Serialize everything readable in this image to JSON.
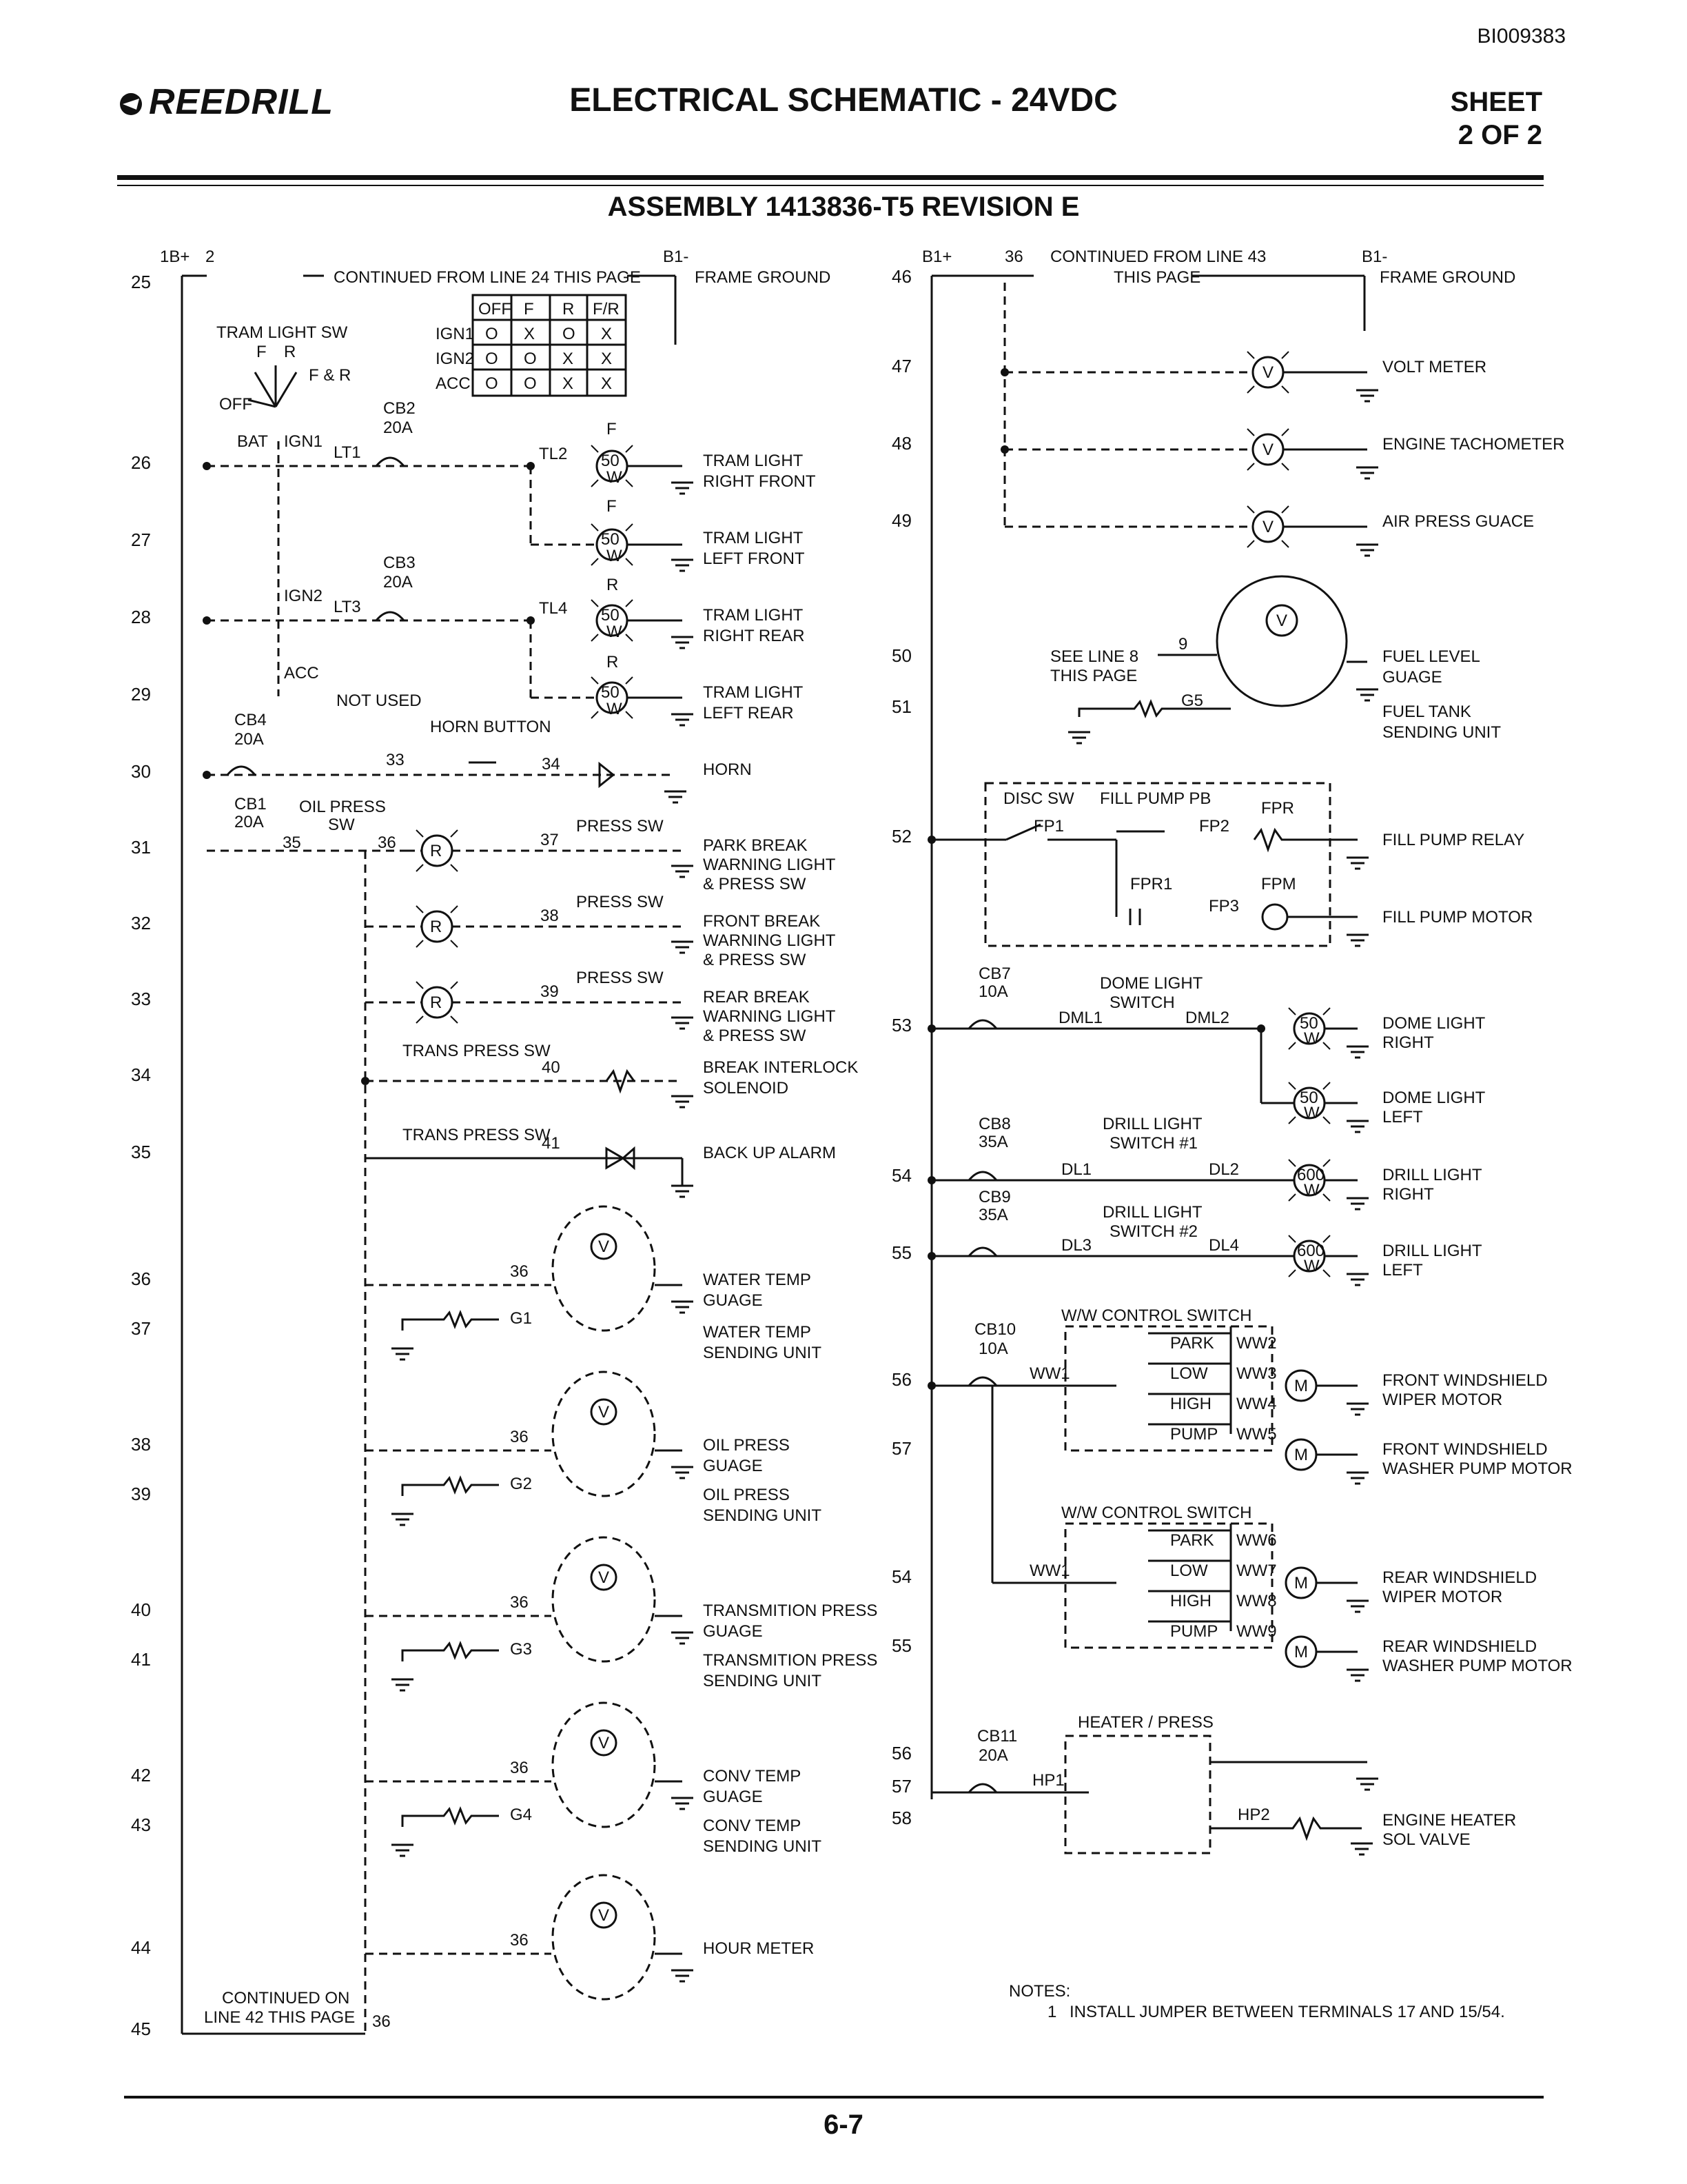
{
  "header": {
    "doc_id": "BI009383",
    "logo": "REEDRILL",
    "title": "ELECTRICAL SCHEMATIC - 24VDC",
    "sheet_line1": "SHEET",
    "sheet_line2": "2 OF 2",
    "assembly": "ASSEMBLY 1413836-T5 REVISION E"
  },
  "footer": {
    "page_number": "6-7"
  },
  "left": {
    "bus_top_left": "1B+",
    "bus_top_wire": "2",
    "bus_top_right": "B1-",
    "continued_from": "CONTINUED FROM LINE 24 THIS PAGE",
    "frame_ground": "FRAME GROUND",
    "tram_light_sw": "TRAM LIGHT SW",
    "sw_f": "F",
    "sw_r": "R",
    "sw_fr": "F & R",
    "sw_off": "OFF",
    "switch_table": {
      "header": [
        "",
        "OFF",
        "F",
        "R",
        "F/R"
      ],
      "rows": [
        [
          "IGN1",
          "O",
          "X",
          "O",
          "X"
        ],
        [
          "IGN2",
          "O",
          "O",
          "X",
          "X"
        ],
        [
          "ACC",
          "O",
          "O",
          "X",
          "X"
        ]
      ]
    },
    "line_numbers": [
      "25",
      "26",
      "27",
      "28",
      "29",
      "30",
      "31",
      "32",
      "33",
      "34",
      "35",
      "36",
      "37",
      "38",
      "39",
      "40",
      "41",
      "42",
      "43",
      "44",
      "45"
    ],
    "bat": "BAT",
    "ign1": "IGN1",
    "ign2": "IGN2",
    "acc": "ACC",
    "lt1": "LT1",
    "lt3": "LT3",
    "cb2": "CB2",
    "cb2_rating": "20A",
    "cb3": "CB3",
    "cb3_rating": "20A",
    "cb4": "CB4",
    "cb4_rating": "20A",
    "cb1": "CB1",
    "cb1_rating": "20A",
    "tl2": "TL2",
    "tl4": "TL4",
    "not_used": "NOT USED",
    "horn_button": "HORN BUTTON",
    "lamp_50": "50",
    "lamp_w": "W",
    "tram_labels": [
      {
        "l1": "TRAM LIGHT",
        "l2": "RIGHT FRONT",
        "tag": "F"
      },
      {
        "l1": "TRAM LIGHT",
        "l2": "LEFT FRONT",
        "tag": "F"
      },
      {
        "l1": "TRAM LIGHT",
        "l2": "RIGHT REAR",
        "tag": "R"
      },
      {
        "l1": "TRAM LIGHT",
        "l2": "LEFT REAR",
        "tag": "R"
      }
    ],
    "w33": "33",
    "w34": "34",
    "horn": "HORN",
    "oil_press_sw1": "OIL PRESS",
    "oil_press_sw2": "SW",
    "w35": "35",
    "w36": "36",
    "w37": "37",
    "w38": "38",
    "w39": "39",
    "w40": "40",
    "w41": "41",
    "press_sw": "PRESS SW",
    "r_lamp": "R",
    "brake_labels": [
      {
        "l1": "PARK BREAK",
        "l2": "WARNING LIGHT",
        "l3": "& PRESS SW"
      },
      {
        "l1": "FRONT BREAK",
        "l2": "WARNING LIGHT",
        "l3": "& PRESS SW"
      },
      {
        "l1": "REAR BREAK",
        "l2": "WARNING LIGHT",
        "l3": "& PRESS SW"
      }
    ],
    "trans_press_sw": "TRANS PRESS SW",
    "break_interlock1": "BREAK INTERLOCK",
    "break_interlock2": "SOLENOID",
    "back_up_alarm": "BACK UP ALARM",
    "gauges": [
      {
        "wire": "36",
        "gauge1": "WATER TEMP",
        "gauge2": "GUAGE",
        "g": "G1",
        "send1": "WATER TEMP",
        "send2": "SENDING UNIT"
      },
      {
        "wire": "36",
        "gauge1": "OIL PRESS",
        "gauge2": "GUAGE",
        "g": "G2",
        "send1": "OIL PRESS",
        "send2": "SENDING UNIT"
      },
      {
        "wire": "36",
        "gauge1": "TRANSMITION PRESS",
        "gauge2": "GUAGE",
        "g": "G3",
        "send1": "TRANSMITION PRESS",
        "send2": "SENDING UNIT"
      },
      {
        "wire": "36",
        "gauge1": "CONV TEMP",
        "gauge2": "GUAGE",
        "g": "G4",
        "send1": "CONV TEMP",
        "send2": "SENDING UNIT"
      }
    ],
    "hour_meter_wire": "36",
    "hour_meter": "HOUR METER",
    "continued_on1": "CONTINUED ON",
    "continued_on2": "LINE 42 THIS PAGE",
    "end_wire": "36"
  },
  "right": {
    "bus_top_left": "B1+",
    "bus_top_wire": "36",
    "continued_from1": "CONTINUED FROM LINE 43",
    "continued_from2": "THIS PAGE",
    "bus_top_right": "B1-",
    "frame_ground": "FRAME GROUND",
    "line_numbers": [
      "46",
      "47",
      "48",
      "49",
      "50",
      "51",
      "52",
      "53",
      "54",
      "55",
      "56",
      "57",
      "54",
      "55",
      "56",
      "57",
      "58"
    ],
    "meters": [
      "VOLT METER",
      "ENGINE TACHOMETER",
      "AIR PRESS GUACE"
    ],
    "v": "V",
    "see_line1": "SEE LINE 8",
    "see_line2": "THIS PAGE",
    "w9": "9",
    "g5": "G5",
    "fuel_level1": "FUEL LEVEL",
    "fuel_level2": "GUAGE",
    "fuel_tank1": "FUEL TANK",
    "fuel_tank2": "SENDING UNIT",
    "disc_sw": "DISC SW",
    "fill_pump_pb": "FILL PUMP PB",
    "fpr": "FPR",
    "fp1": "FP1",
    "fp2": "FP2",
    "fpr1": "FPR1",
    "fpm": "FPM",
    "fp3": "FP3",
    "fill_pump_relay": "FILL PUMP RELAY",
    "fill_pump_motor": "FILL PUMP MOTOR",
    "cb7": "CB7",
    "cb7_rating": "10A",
    "dome_light_switch1": "DOME LIGHT",
    "dome_light_switch2": "SWITCH",
    "dml1": "DML1",
    "dml2": "DML2",
    "lamp_50": "50",
    "lamp_600": "600",
    "lamp_w": "W",
    "dome_right1": "DOME LIGHT",
    "dome_right2": "RIGHT",
    "dome_left1": "DOME LIGHT",
    "dome_left2": "LEFT",
    "cb8": "CB8",
    "cb8_rating": "35A",
    "cb9": "CB9",
    "cb9_rating": "35A",
    "drill_sw1a": "DRILL LIGHT",
    "drill_sw1b": "SWITCH #1",
    "drill_sw2a": "DRILL LIGHT",
    "drill_sw2b": "SWITCH #2",
    "dl1": "DL1",
    "dl2": "DL2",
    "dl3": "DL3",
    "dl4": "DL4",
    "drill_right1": "DRILL LIGHT",
    "drill_right2": "RIGHT",
    "drill_left1": "DRILL LIGHT",
    "drill_left2": "LEFT",
    "cb10": "CB10",
    "cb10_rating": "10A",
    "ww_control_switch": "W/W CONTROL SWITCH",
    "park": "PARK",
    "low": "LOW",
    "high": "HIGH",
    "pump": "PUMP",
    "ww1": "WW1",
    "front_wires": [
      "WW2",
      "WW3",
      "WW4",
      "WW5"
    ],
    "rear_wires": [
      "WW6",
      "WW7",
      "WW8",
      "WW9"
    ],
    "m": "M",
    "front_wiper1": "FRONT WINDSHIELD",
    "front_wiper2": "WIPER MOTOR",
    "front_washer1": "FRONT WINDSHIELD",
    "front_washer2": "WASHER PUMP MOTOR",
    "rear_wiper1": "REAR WINDSHIELD",
    "rear_wiper2": "WIPER MOTOR",
    "rear_washer1": "REAR WINDSHIELD",
    "rear_washer2": "WASHER PUMP MOTOR",
    "cb11": "CB11",
    "cb11_rating": "20A",
    "heater_press": "HEATER / PRESS",
    "hp1": "HP1",
    "hp2": "HP2",
    "engine_heater1": "ENGINE HEATER",
    "engine_heater2": "SOL VALVE",
    "notes_title": "NOTES:",
    "note1_num": "1",
    "note1": "INSTALL JUMPER BETWEEN TERMINALS 17 AND 15/54."
  },
  "colors": {
    "ink": "#111111",
    "paper": "#ffffff"
  }
}
